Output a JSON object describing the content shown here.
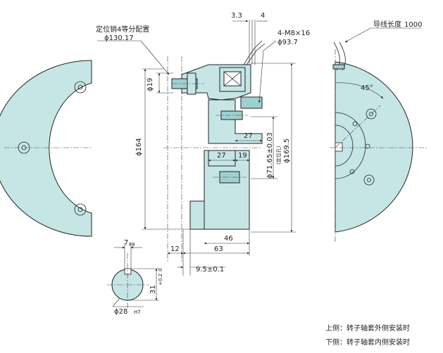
{
  "labels": {
    "pin_note": "定位销4等分配置",
    "pin_dia": "ϕ130.17",
    "d19": "ϕ19",
    "d164": "ϕ164",
    "d3_3": "3.3",
    "d4": "4",
    "m8": "4-M8×16",
    "d93_7": "ϕ93.7",
    "d27a": "27",
    "d27b": "27",
    "d19b": "19",
    "d71_65": "ϕ71.65±0.03",
    "d71_note": "(定位孔)",
    "d169_5": "ϕ169.5",
    "d46": "46",
    "d63": "63",
    "d12": "12",
    "d9_5": "9.5±0.1",
    "lead_len": "导线长度",
    "lead_val": "1000",
    "angle": "45°",
    "key_w": "7",
    "key_w_tol": "F8",
    "key_h": "31",
    "key_h_tol_up": "+0.2",
    "key_h_tol_lo": "0",
    "shaft": "ϕ28",
    "shaft_tol": "H7"
  },
  "legend": {
    "upper": "上侧：转子轴套外侧安装时",
    "lower": "下侧：转子轴套内侧安装时"
  }
}
